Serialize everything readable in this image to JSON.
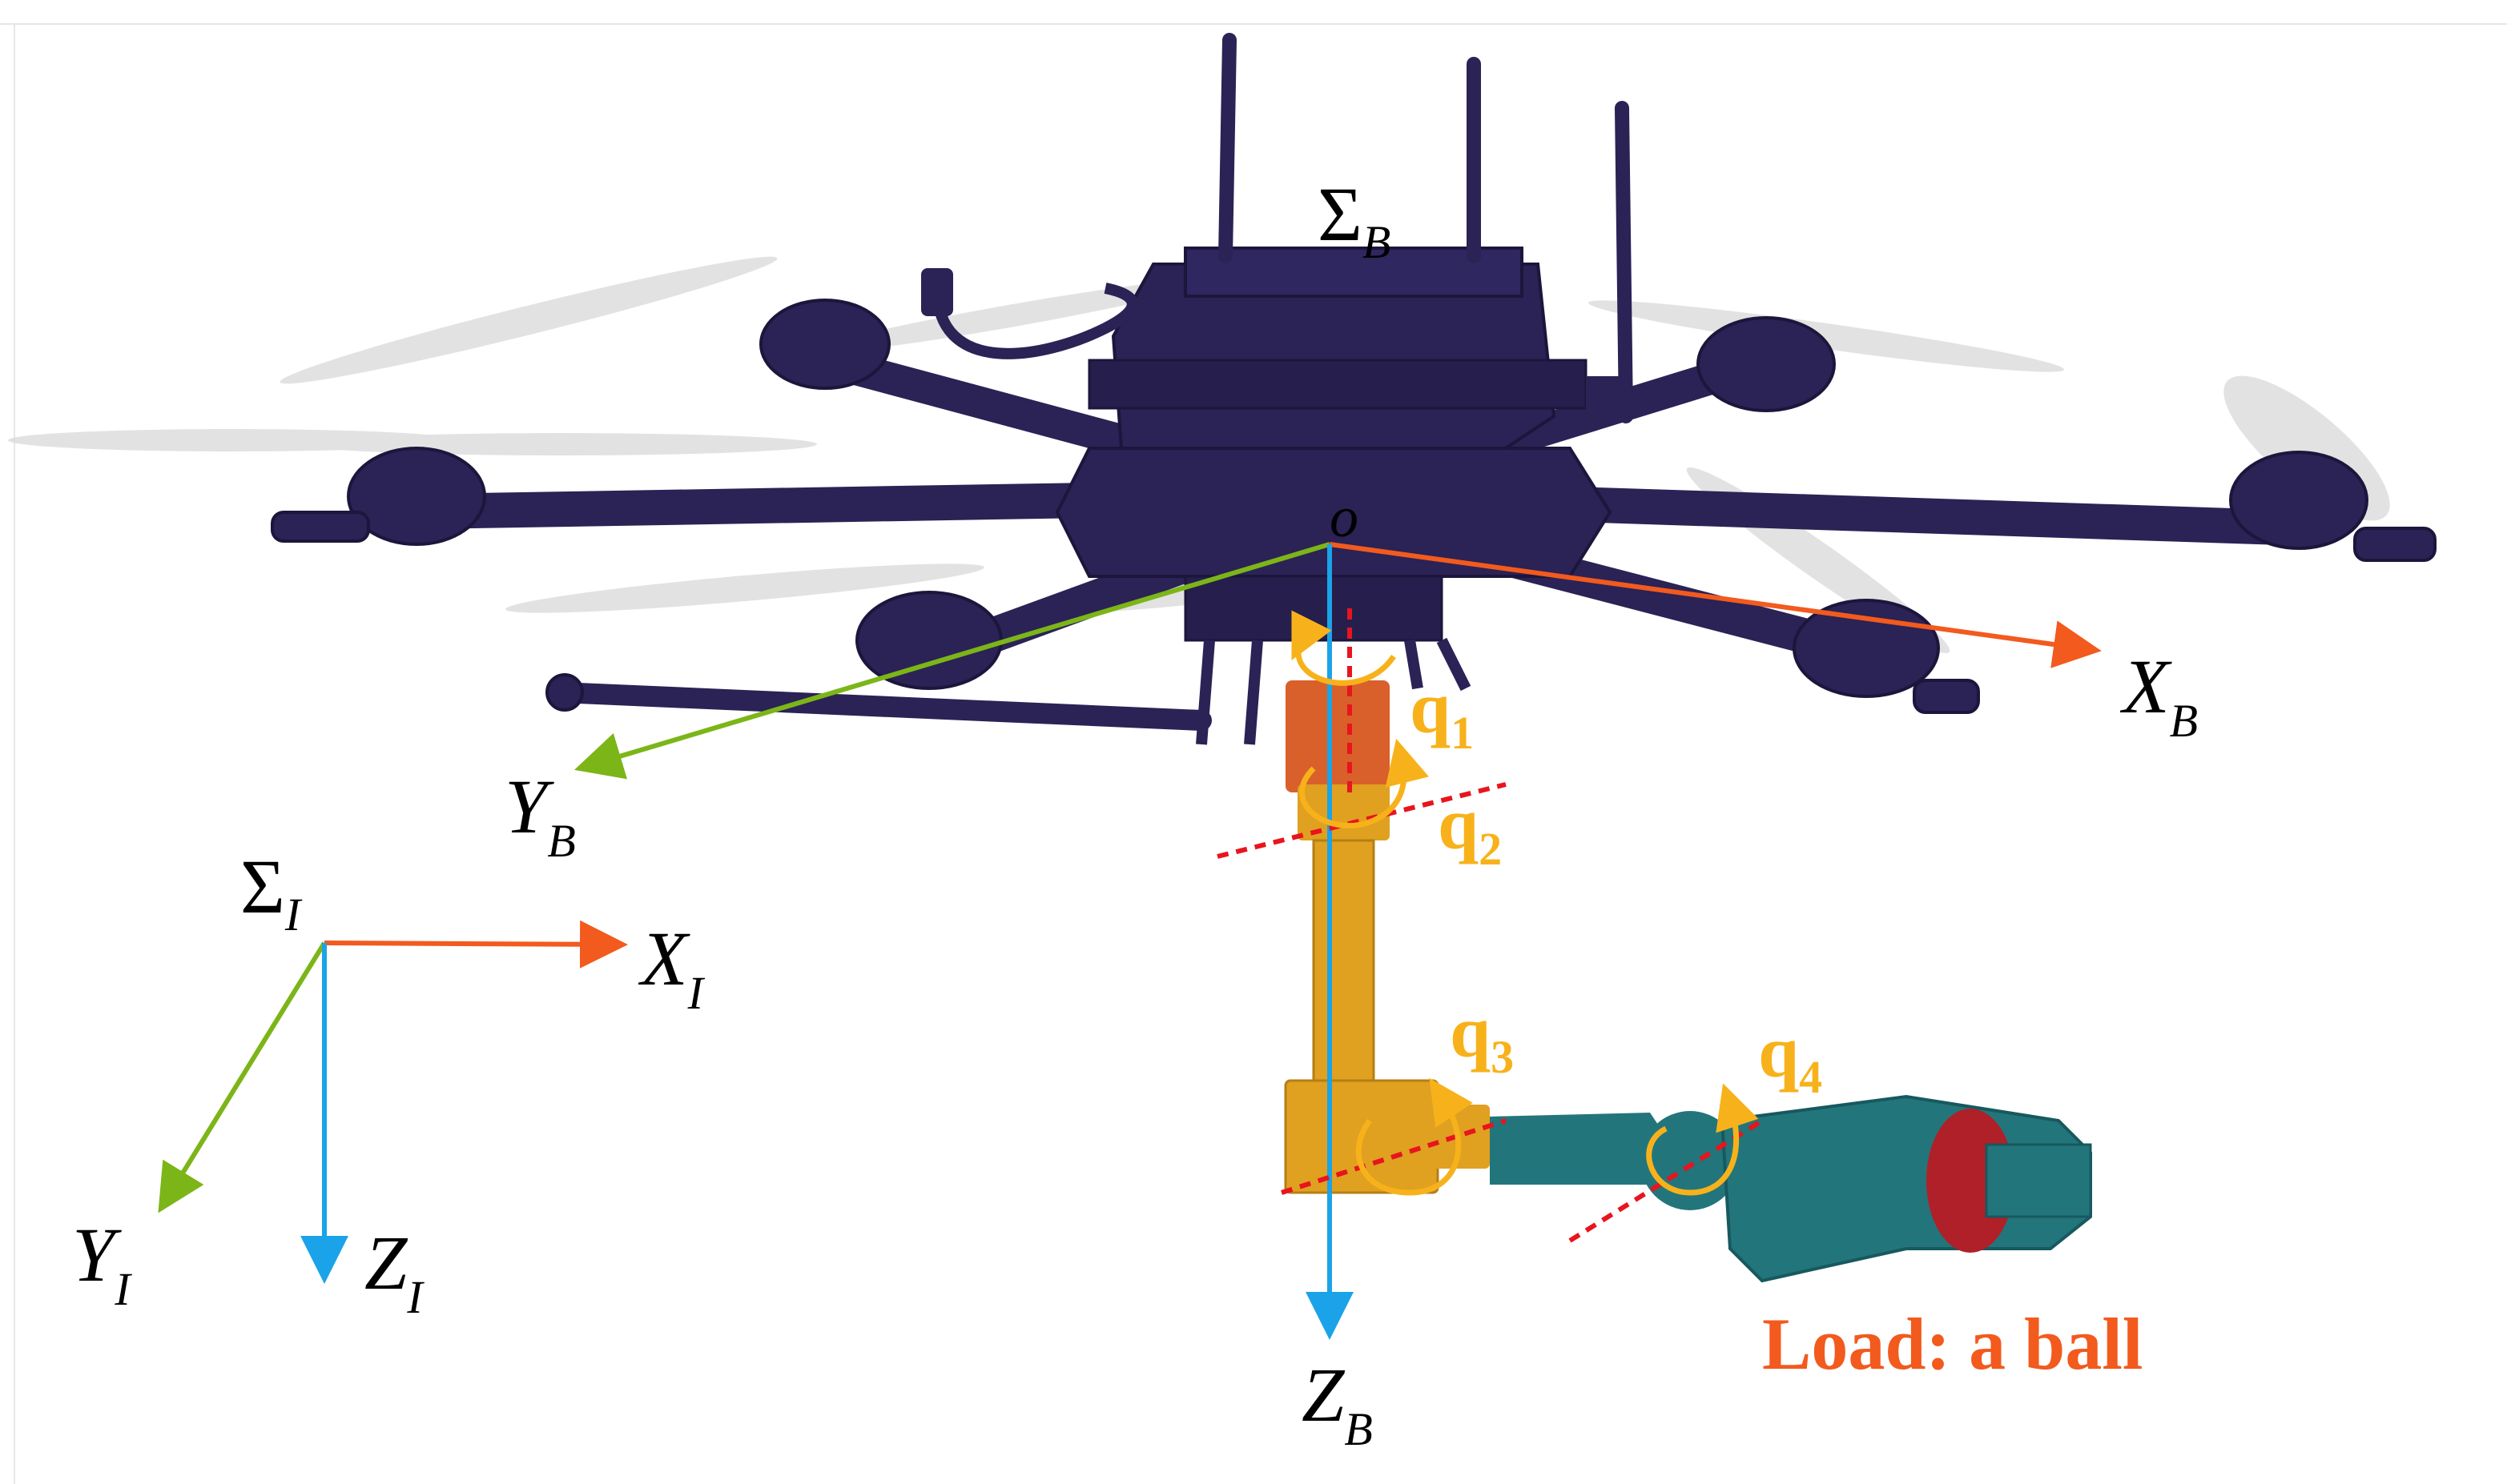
{
  "colors": {
    "drone": "#2b2255",
    "drone_dark": "#1c163c",
    "propeller": "#d8d8d8",
    "x_axis": "#f25a1e",
    "y_axis": "#7cb518",
    "z_axis": "#1aa3e8",
    "joint_marker": "#f7b21b",
    "joint_axis": "#e8141e",
    "link_gold": "#e0a020",
    "link_red": "#d9602a",
    "link_teal": "#23757c",
    "load_label": "#f25a1e"
  },
  "frames": {
    "inertial": {
      "sigma": "Σ",
      "sigma_sub": "I",
      "x": "X",
      "x_sub": "I",
      "y": "Y",
      "y_sub": "I",
      "z": "Z",
      "z_sub": "I"
    },
    "body": {
      "sigma": "Σ",
      "sigma_sub": "B",
      "origin": "o",
      "x": "X",
      "x_sub": "B",
      "y": "Y",
      "y_sub": "B",
      "z": "Z",
      "z_sub": "B"
    }
  },
  "joints": [
    {
      "symbol": "q",
      "index": "1"
    },
    {
      "symbol": "q",
      "index": "2"
    },
    {
      "symbol": "q",
      "index": "3"
    },
    {
      "symbol": "q",
      "index": "4"
    }
  ],
  "load_label": "Load: a ball"
}
